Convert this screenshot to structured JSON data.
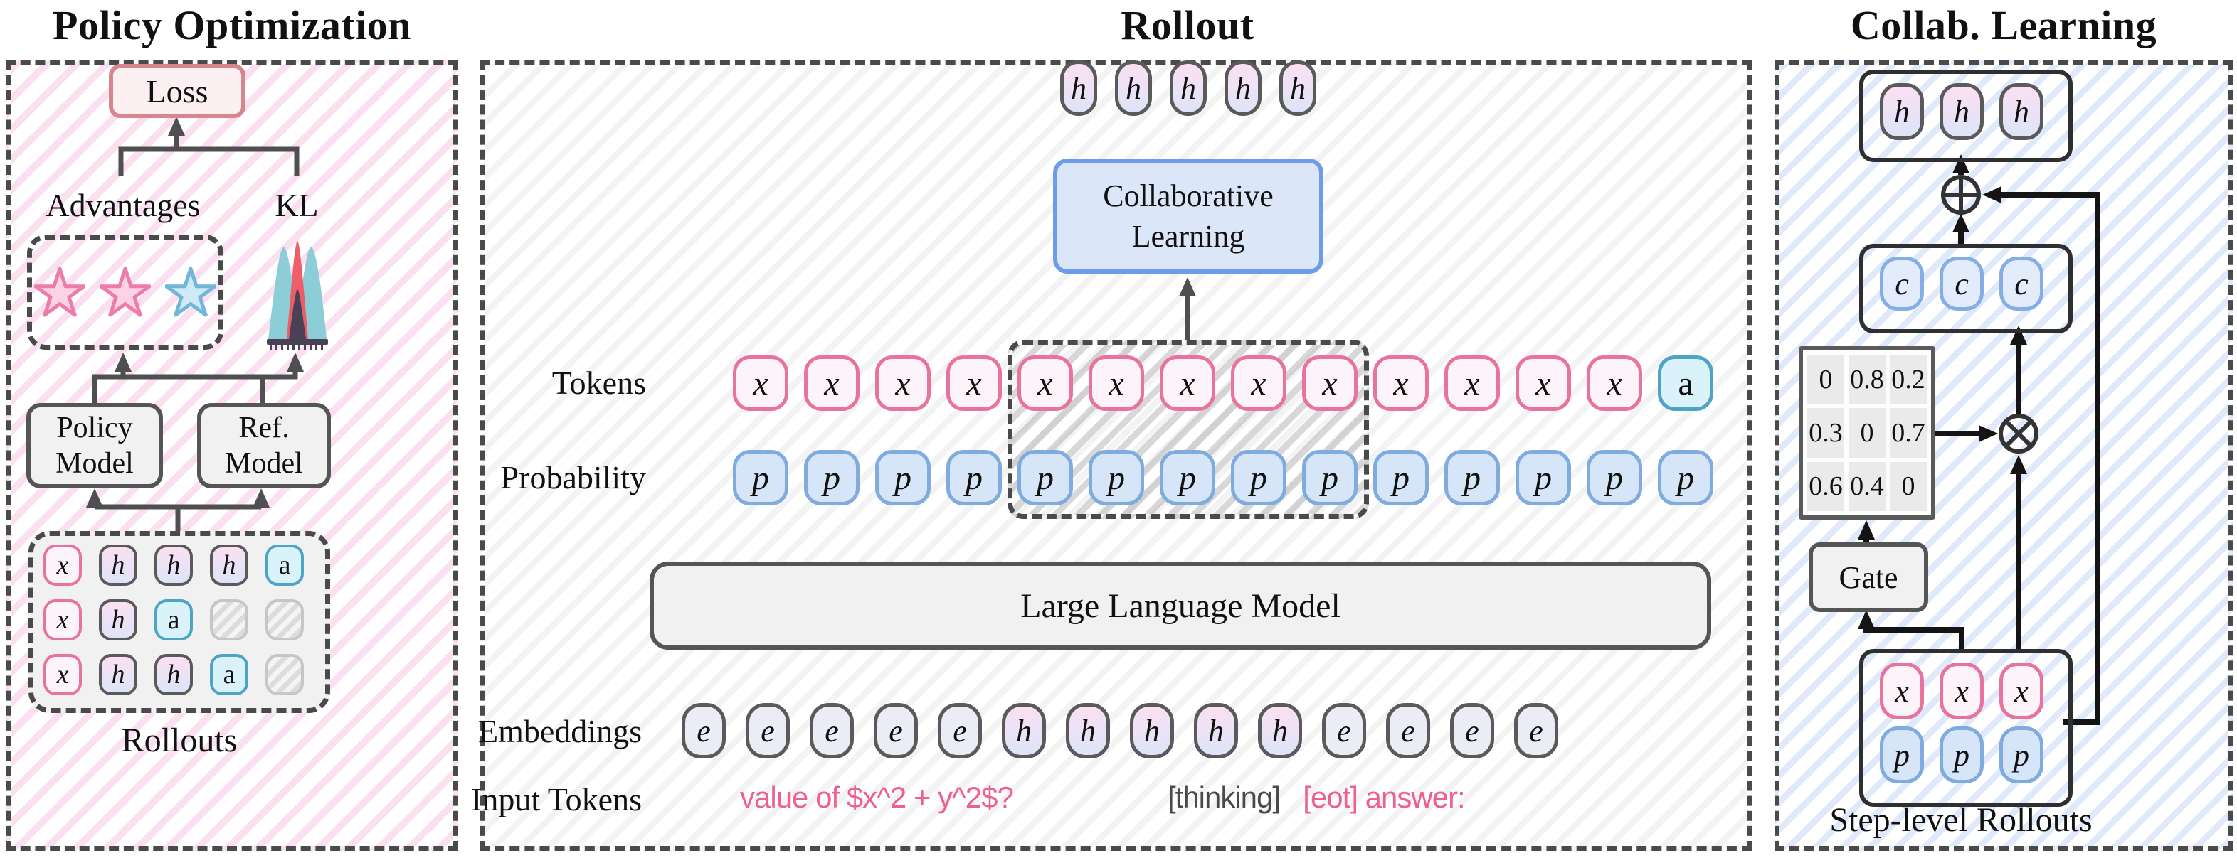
{
  "titles": {
    "left": "Policy Optimization",
    "middle": "Rollout",
    "right": "Collab. Learning"
  },
  "left": {
    "loss_label": "Loss",
    "advantages_label": "Advantages",
    "kl_label": "KL",
    "stars": [
      "pink",
      "pink",
      "blue"
    ],
    "policy_model": [
      "Policy",
      "Model"
    ],
    "ref_model": [
      "Ref.",
      "Model"
    ],
    "rollouts_label": "Rollouts",
    "rollout_grid": [
      [
        "x",
        "h",
        "h",
        "h",
        "a"
      ],
      [
        "x",
        "h",
        "a",
        "blank",
        "blank"
      ],
      [
        "x",
        "h",
        "h",
        "a",
        "blank"
      ]
    ]
  },
  "middle": {
    "top_tokens": [
      "h",
      "h",
      "h",
      "h",
      "h"
    ],
    "collab_lines": [
      "Collaborative",
      "Learning"
    ],
    "tokens_label": "Tokens",
    "probability_label": "Probability",
    "token_row": [
      "x",
      "x",
      "x",
      "x",
      "x",
      "x",
      "x",
      "x",
      "x",
      "x",
      "x",
      "x",
      "x",
      "a"
    ],
    "prob_row": [
      "p",
      "p",
      "p",
      "p",
      "p",
      "p",
      "p",
      "p",
      "p",
      "p",
      "p",
      "p",
      "p",
      "p"
    ],
    "llm_label": "Large Language Model",
    "embeddings_label": "Embeddings",
    "embedding_row": [
      "e",
      "e",
      "e",
      "e",
      "e",
      "h",
      "h",
      "h",
      "h",
      "h",
      "e",
      "e",
      "e",
      "e"
    ],
    "input_tokens_label": "Input Tokens",
    "input_question": "value of $x^2 + y^2$?",
    "input_thinking": "[thinking]",
    "input_answer": "[eot] answer:"
  },
  "right": {
    "h_tokens": [
      "h",
      "h",
      "h"
    ],
    "c_tokens": [
      "c",
      "c",
      "c"
    ],
    "matrix": [
      [
        "0",
        "0.8",
        "0.2"
      ],
      [
        "0.3",
        "0",
        "0.7"
      ],
      [
        "0.6",
        "0.4",
        "0"
      ]
    ],
    "gate_label": "Gate",
    "x_tokens": [
      "x",
      "x",
      "x"
    ],
    "p_tokens": [
      "p",
      "p",
      "p"
    ],
    "rollouts_label": "Step-level Rollouts"
  },
  "colors": {
    "panel_dash": "#4a4a4a",
    "pink_token_border": "#e8739f",
    "blue_token_border": "#7fabdf",
    "cyan_token_border": "#4fa3c4",
    "collab_blue_border": "#6d9ce8",
    "loss_border": "#d8868e",
    "pink_text": "#ed6092",
    "star_pink": "#ee7cab",
    "star_blue": "#6fb6d8"
  }
}
